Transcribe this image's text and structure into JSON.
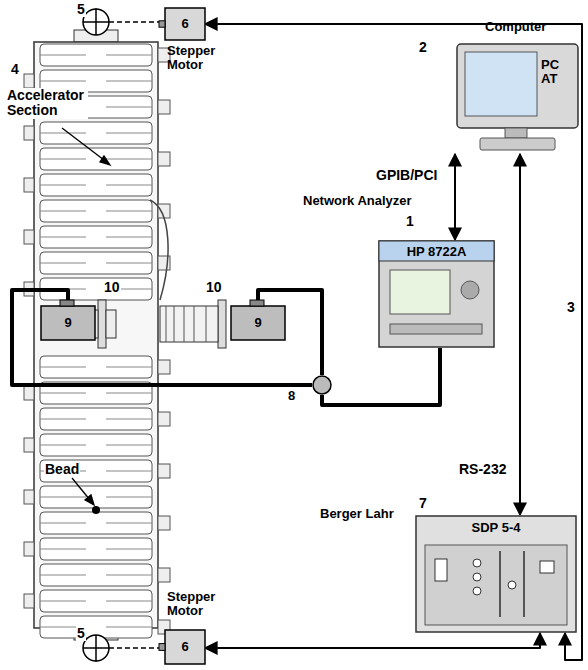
{
  "diagram": {
    "nodes": [
      {
        "text": [
          "6",
          "Stepper Motor"
        ]
      },
      {
        "text": [
          "Computer",
          "PC AT"
        ]
      },
      {
        "text": [
          "Network Analyzer",
          "HP 8722A"
        ]
      },
      {
        "text": [
          "9"
        ]
      },
      {
        "text": [
          "9"
        ]
      },
      {
        "text": [
          "8"
        ]
      },
      {
        "text": [
          "SDP 5-4",
          "Berger Lahr"
        ]
      },
      {
        "text": [
          "Stepper Motor",
          "6"
        ]
      }
    ],
    "edges": [
      {
        "from": 1,
        "to": 2,
        "arrow": "both",
        "label": "GPIB/PCI"
      },
      {
        "from": 1,
        "to": 6,
        "arrow": "both",
        "label": "RS-232"
      },
      {
        "from": 6,
        "to": 0,
        "arrow": "both",
        "label": "3"
      },
      {
        "from": 6,
        "to": 7,
        "arrow": "both"
      },
      {
        "from": 2,
        "to": 5,
        "arrow": "none"
      },
      {
        "from": 5,
        "to": 3,
        "arrow": "none"
      },
      {
        "from": 5,
        "to": 4,
        "arrow": "none"
      }
    ],
    "labels": [
      "5",
      "4",
      "Accelerator Section",
      "10",
      "10",
      "Bead",
      "5",
      "2",
      "1",
      "7"
    ]
  }
}
